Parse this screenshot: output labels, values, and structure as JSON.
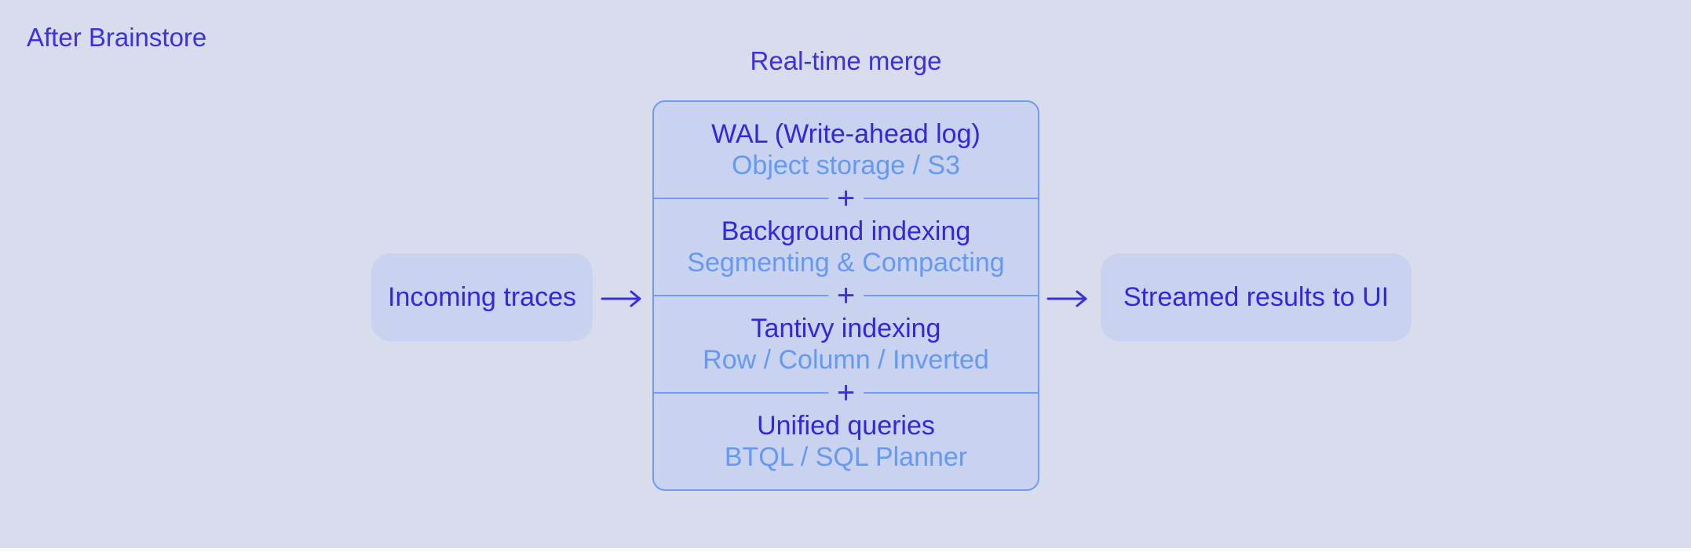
{
  "page": {
    "title": "After Brainstore"
  },
  "colors": {
    "background": "#d8dcec",
    "box_fill": "#c9d2ee",
    "box_border": "#6f9cf3",
    "text_dark": "#3028df",
    "text_light": "#649af4"
  },
  "diagram": {
    "merge_label": "Real-time merge",
    "plus_separator": "+",
    "input_node": {
      "label": "Incoming traces"
    },
    "output_node": {
      "label": "Streamed results to UI"
    },
    "merge_stack": {
      "layers": [
        {
          "title": "WAL (Write-ahead log)",
          "subtitle": "Object storage / S3"
        },
        {
          "title": "Background indexing",
          "subtitle": "Segmenting & Compacting"
        },
        {
          "title": "Tantivy indexing",
          "subtitle": "Row / Column / Inverted"
        },
        {
          "title": "Unified queries",
          "subtitle": "BTQL / SQL Planner"
        }
      ]
    }
  }
}
